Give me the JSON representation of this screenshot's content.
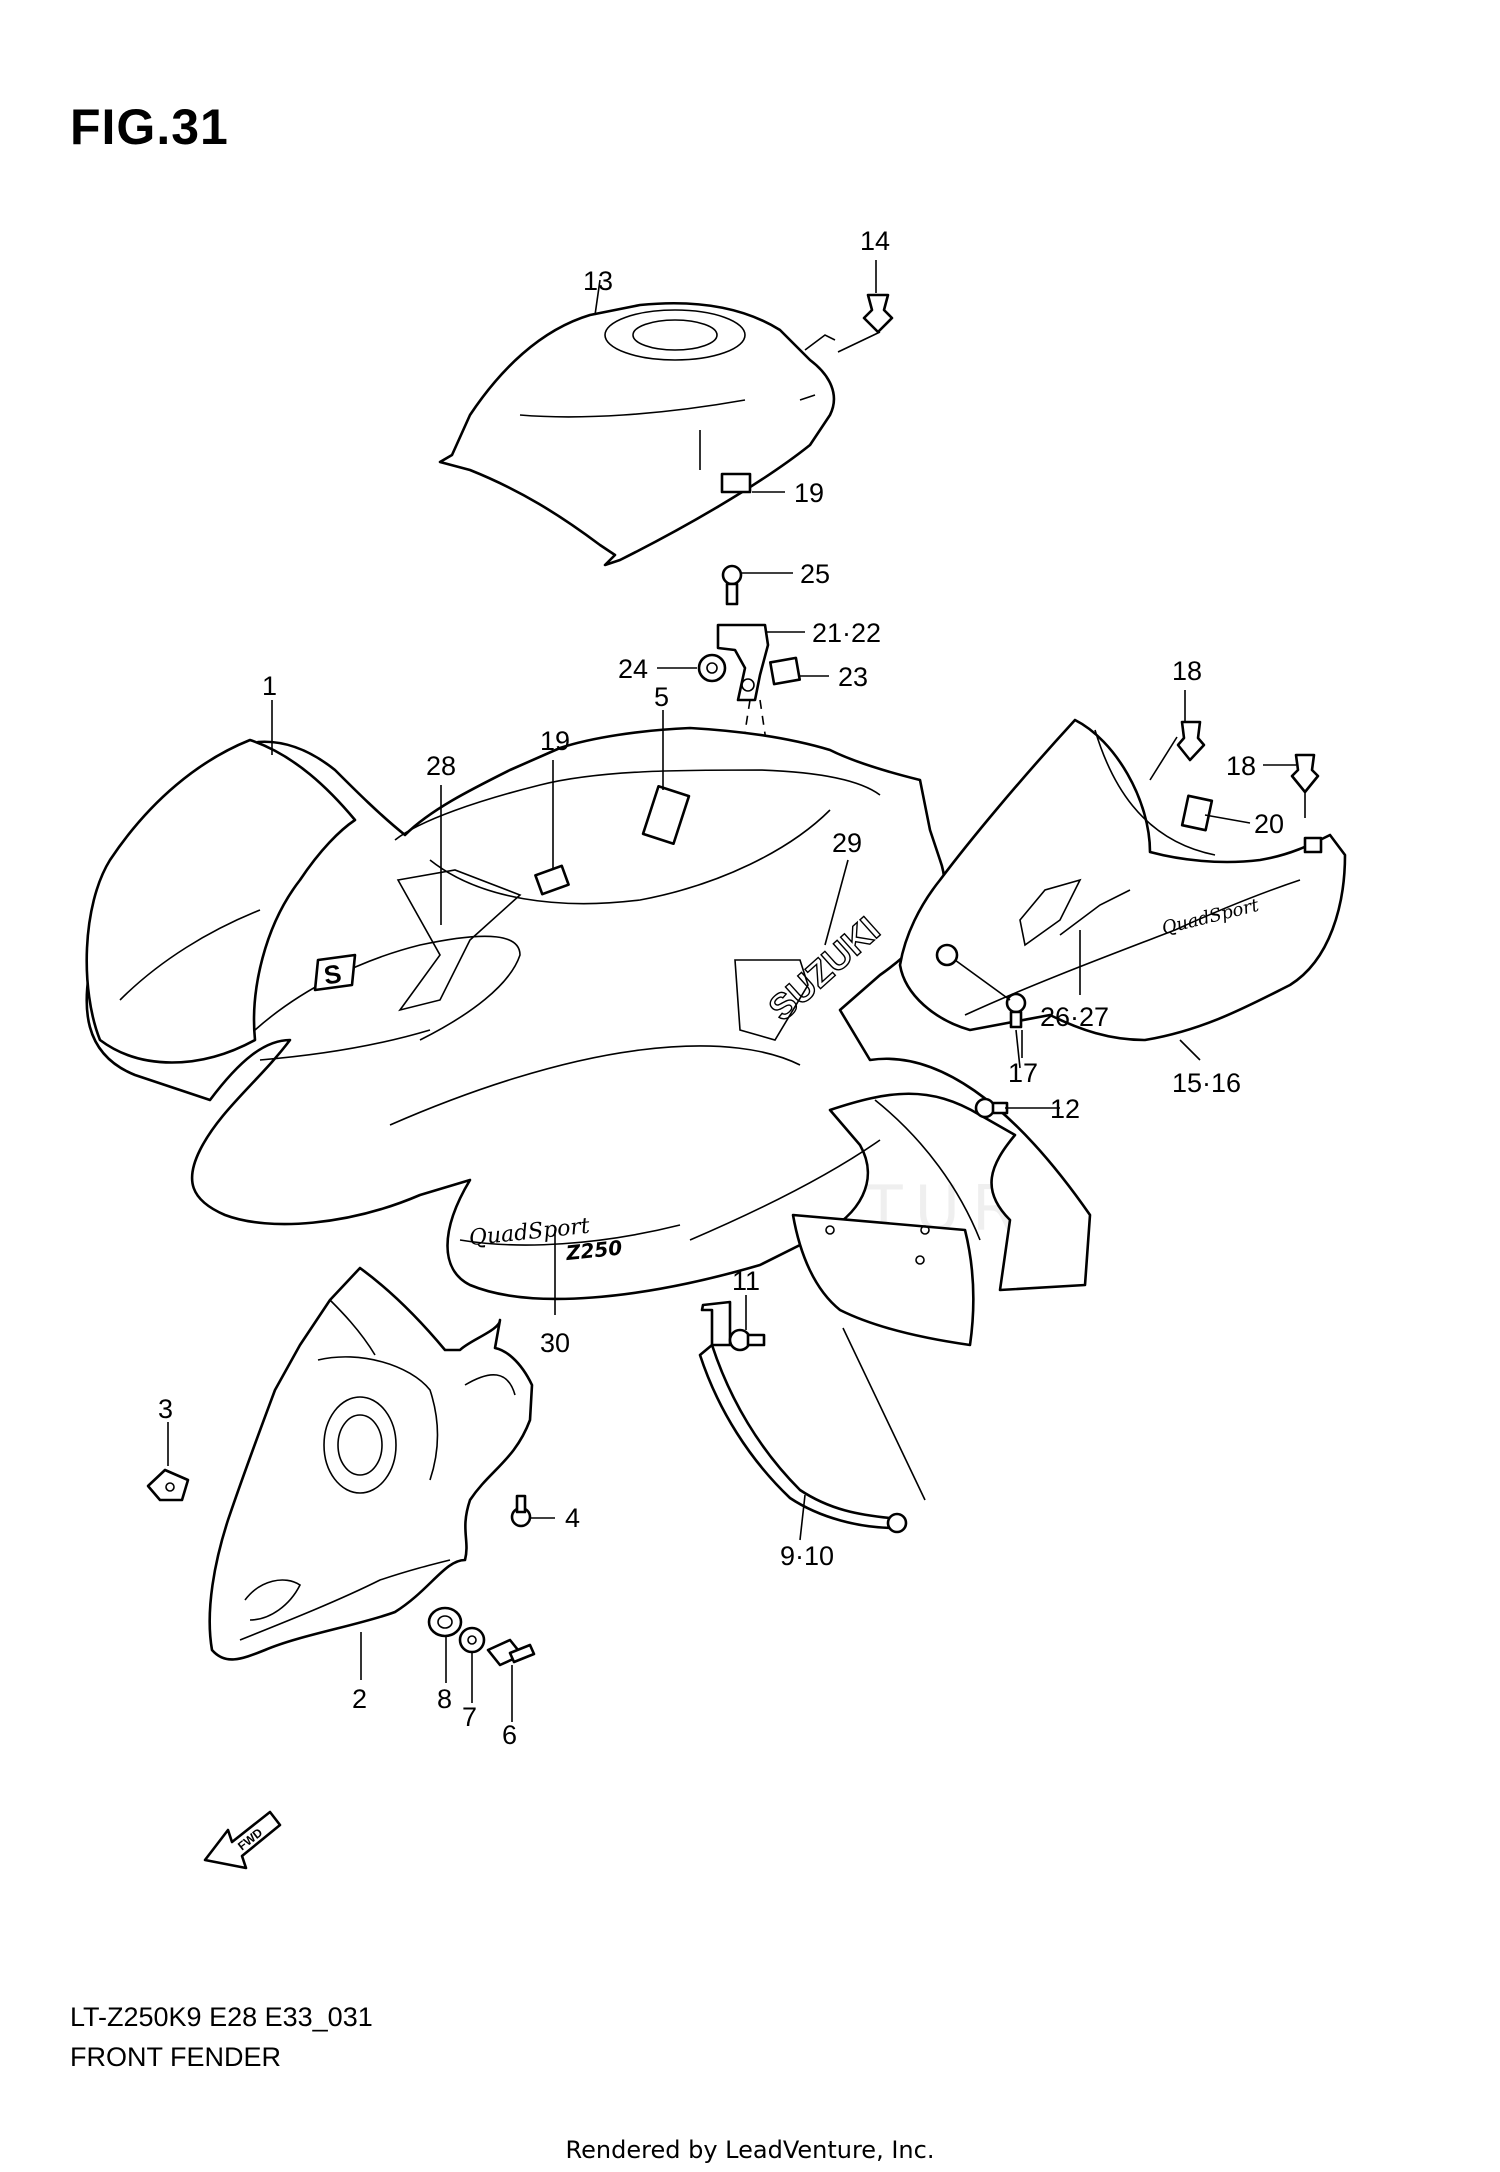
{
  "figure": {
    "title": "FIG.31",
    "model_code": "LT-Z250K9 E28 E33_031",
    "name": "FRONT FENDER",
    "credit": "Rendered by LeadVenture, Inc.",
    "watermark": "LEADVENTURE",
    "decals": {
      "brand": "SUZUKI",
      "model_script": "QuadSport",
      "model_badge": "Z250"
    },
    "fwd_arrow_label": "FWD"
  },
  "callouts": [
    {
      "id": "1",
      "label": "1"
    },
    {
      "id": "2",
      "label": "2"
    },
    {
      "id": "3",
      "label": "3"
    },
    {
      "id": "4",
      "label": "4"
    },
    {
      "id": "5",
      "label": "5"
    },
    {
      "id": "6",
      "label": "6"
    },
    {
      "id": "7",
      "label": "7"
    },
    {
      "id": "8",
      "label": "8"
    },
    {
      "id": "9-10",
      "label": "9·10"
    },
    {
      "id": "11",
      "label": "11"
    },
    {
      "id": "12",
      "label": "12"
    },
    {
      "id": "13",
      "label": "13"
    },
    {
      "id": "14",
      "label": "14"
    },
    {
      "id": "15-16",
      "label": "15·16"
    },
    {
      "id": "17",
      "label": "17"
    },
    {
      "id": "18a",
      "label": "18"
    },
    {
      "id": "18b",
      "label": "18"
    },
    {
      "id": "19a",
      "label": "19"
    },
    {
      "id": "19b",
      "label": "19"
    },
    {
      "id": "20",
      "label": "20"
    },
    {
      "id": "21-22",
      "label": "21·22"
    },
    {
      "id": "23",
      "label": "23"
    },
    {
      "id": "24",
      "label": "24"
    },
    {
      "id": "25",
      "label": "25"
    },
    {
      "id": "26-27",
      "label": "26·27"
    },
    {
      "id": "28",
      "label": "28"
    },
    {
      "id": "29",
      "label": "29"
    },
    {
      "id": "30",
      "label": "30"
    }
  ],
  "colors": {
    "line": "#000000",
    "background": "#ffffff"
  }
}
